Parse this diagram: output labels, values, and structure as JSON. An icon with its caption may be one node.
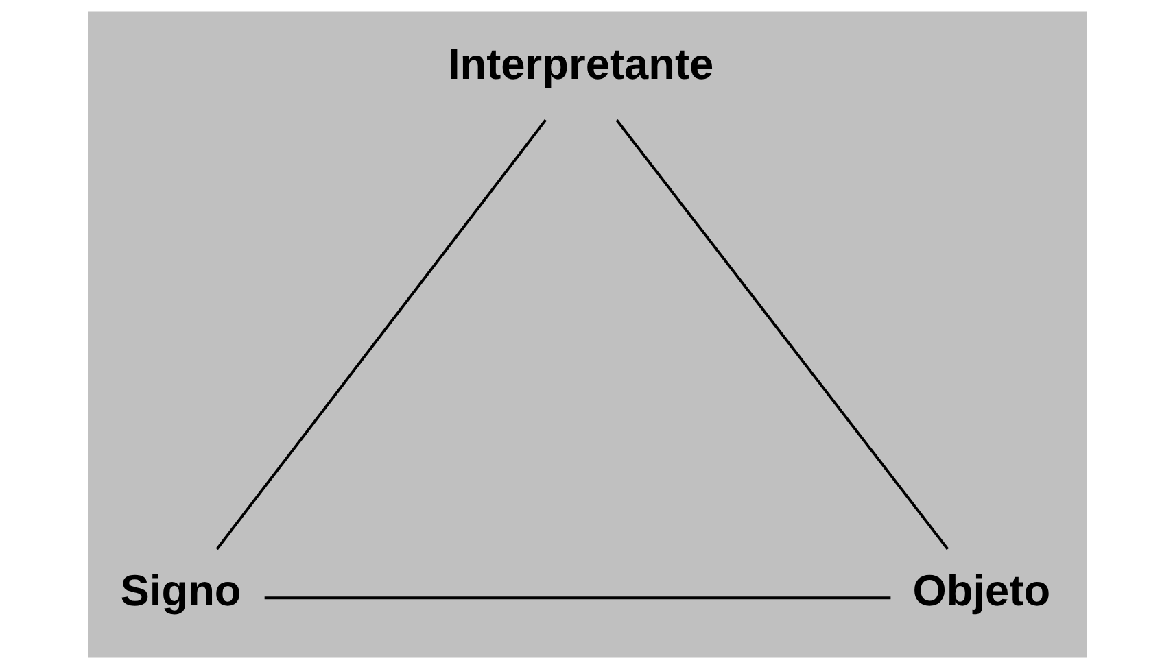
{
  "diagram": {
    "nodes": [
      {
        "text": [
          "Interpretante"
        ]
      },
      {
        "text": [
          "Signo"
        ]
      },
      {
        "text": [
          "Objeto"
        ]
      }
    ],
    "edges": [
      {
        "from": 1,
        "to": 0,
        "arrow": "none"
      },
      {
        "from": 0,
        "to": 2,
        "arrow": "none"
      },
      {
        "from": 1,
        "to": 2,
        "arrow": "none"
      }
    ]
  }
}
